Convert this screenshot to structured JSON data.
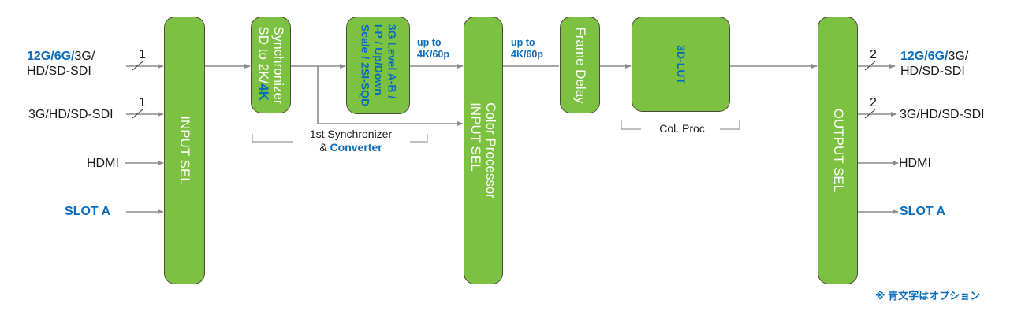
{
  "colors": {
    "block_fill": "#7dc142",
    "block_border": "#4a4a3a",
    "option_blue": "#0a6cbc",
    "line_gray": "#8c8c8c",
    "text_dark": "#1a1a1a"
  },
  "inputs": [
    {
      "label_blue": "12G/6G/",
      "label_rest": "3G/",
      "label_line2": "HD/SD-SDI",
      "count": "1"
    },
    {
      "label": "3G/HD/SD-SDI",
      "count": "1"
    },
    {
      "label": "HDMI"
    },
    {
      "label_blue": "SLOT A"
    }
  ],
  "blocks": {
    "input_sel": "INPUT SEL",
    "synchronizer": {
      "line1": "Synchronizer",
      "line2_plain": "SD to 2K/",
      "line2_blue": "4K"
    },
    "converter": {
      "line1": "3G Level A-B /",
      "line2": "I-P / Up/Down",
      "line3": "Scale / 2SI-SQD"
    },
    "color_processor": {
      "line1": "Color Processor",
      "line2": "INPUT SEL"
    },
    "frame_delay": "Frame Delay",
    "lut": "3D-LUT",
    "output_sel": "OUTPUT SEL"
  },
  "rate_labels": [
    {
      "line1": "up to",
      "line2": "4K/60p"
    },
    {
      "line1": "up to",
      "line2": "4K/60p"
    }
  ],
  "groups": {
    "sync_converter": {
      "line1": "1st Synchronizer",
      "line2_plain": "& ",
      "line2_blue": "Converter"
    },
    "col_proc": "Col. Proc"
  },
  "outputs": [
    {
      "label_blue": "12G/6G/",
      "label_rest": "3G/",
      "label_line2": "HD/SD-SDI",
      "count": "2"
    },
    {
      "label": "3G/HD/SD-SDI",
      "count": "2"
    },
    {
      "label": "HDMI"
    },
    {
      "label_blue": "SLOT A"
    }
  ],
  "footnote": "※ 青文字はオプション"
}
